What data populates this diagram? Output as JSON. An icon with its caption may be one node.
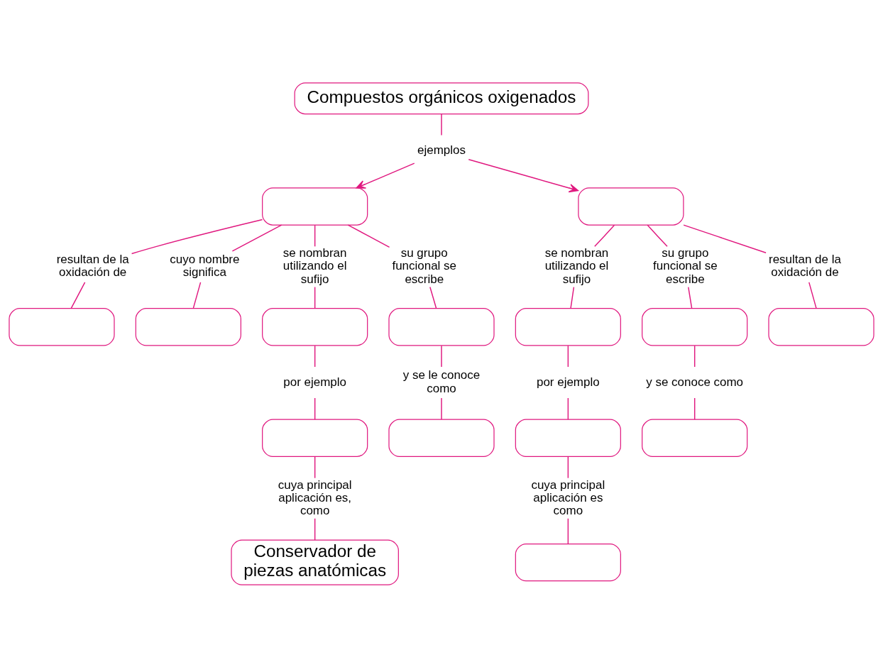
{
  "diagram": {
    "nodes": [
      {
        "text": [
          "Compuestos orgánicos oxigenados"
        ]
      },
      {
        "text": [],
        "shape": "box"
      },
      {
        "text": [],
        "shape": "box"
      },
      {
        "text": [
          "ejemplos"
        ]
      },
      {
        "text": [
          "resultan de la oxidación de"
        ]
      },
      {
        "text": [],
        "shape": "box"
      },
      {
        "text": [
          "cuyo nombre significa"
        ]
      },
      {
        "text": [],
        "shape": "box"
      },
      {
        "text": [
          "se nombran utilizando el sufijo"
        ]
      },
      {
        "text": [],
        "shape": "box"
      },
      {
        "text": [
          "por ejemplo"
        ]
      },
      {
        "text": [],
        "shape": "box"
      },
      {
        "text": [
          "cuya principal aplicación es, como"
        ]
      },
      {
        "text": [
          "Conservador de piezas anatómicas"
        ]
      },
      {
        "text": [
          "su grupo funcional se escribe"
        ]
      },
      {
        "text": [],
        "shape": "box"
      },
      {
        "text": [
          "y se le conoce como"
        ]
      },
      {
        "text": [],
        "shape": "box"
      },
      {
        "text": [
          "se nombran utilizando el sufijo"
        ]
      },
      {
        "text": [],
        "shape": "box"
      },
      {
        "text": [
          "por ejemplo"
        ]
      },
      {
        "text": [],
        "shape": "box"
      },
      {
        "text": [
          "cuya principal aplicación es como"
        ]
      },
      {
        "text": [],
        "shape": "box"
      },
      {
        "text": [
          "su grupo funcional se escribe"
        ]
      },
      {
        "text": [],
        "shape": "box"
      },
      {
        "text": [
          "y se conoce como"
        ]
      },
      {
        "text": [],
        "shape": "box"
      },
      {
        "text": [
          "resultan de la oxidación de"
        ]
      },
      {
        "text": [],
        "shape": "box"
      }
    ],
    "edges": [
      {
        "from": 0,
        "to": 3,
        "arrow": "none"
      },
      {
        "from": 3,
        "to": 1,
        "arrow": "to"
      },
      {
        "from": 3,
        "to": 2,
        "arrow": "to"
      },
      {
        "from": 1,
        "to": 4,
        "arrow": "none"
      },
      {
        "from": 4,
        "to": 5,
        "arrow": "none"
      },
      {
        "from": 1,
        "to": 6,
        "arrow": "none"
      },
      {
        "from": 6,
        "to": 7,
        "arrow": "none"
      },
      {
        "from": 1,
        "to": 8,
        "arrow": "none"
      },
      {
        "from": 8,
        "to": 9,
        "arrow": "none"
      },
      {
        "from": 9,
        "to": 10,
        "arrow": "none"
      },
      {
        "from": 10,
        "to": 11,
        "arrow": "none"
      },
      {
        "from": 11,
        "to": 12,
        "arrow": "none"
      },
      {
        "from": 12,
        "to": 13,
        "arrow": "none"
      },
      {
        "from": 1,
        "to": 14,
        "arrow": "none"
      },
      {
        "from": 14,
        "to": 15,
        "arrow": "none"
      },
      {
        "from": 15,
        "to": 16,
        "arrow": "none"
      },
      {
        "from": 16,
        "to": 17,
        "arrow": "none"
      },
      {
        "from": 2,
        "to": 18,
        "arrow": "none"
      },
      {
        "from": 18,
        "to": 19,
        "arrow": "none"
      },
      {
        "from": 19,
        "to": 20,
        "arrow": "none"
      },
      {
        "from": 20,
        "to": 21,
        "arrow": "none"
      },
      {
        "from": 21,
        "to": 22,
        "arrow": "none"
      },
      {
        "from": 22,
        "to": 23,
        "arrow": "none"
      },
      {
        "from": 2,
        "to": 24,
        "arrow": "none"
      },
      {
        "from": 24,
        "to": 25,
        "arrow": "none"
      },
      {
        "from": 25,
        "to": 26,
        "arrow": "none"
      },
      {
        "from": 26,
        "to": 27,
        "arrow": "none"
      },
      {
        "from": 2,
        "to": 28,
        "arrow": "none"
      },
      {
        "from": 28,
        "to": 29,
        "arrow": "none"
      }
    ]
  }
}
